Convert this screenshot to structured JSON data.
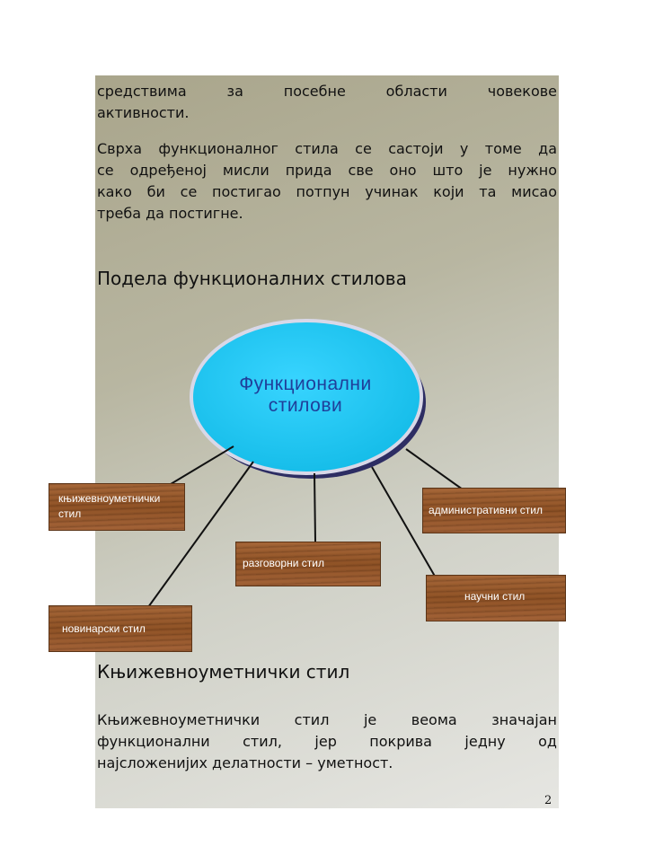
{
  "paragraphs": {
    "p1_line1": "средствима   за   посебне   области   човекове",
    "p1_line2": "активности.",
    "p2_l1": "Сврха функционалног стила се састоји у томе да",
    "p2_l2": "се одређеној мисли прида све оно што је нужно",
    "p2_l3": "како би се постигао потпун учинак који та мисао",
    "p2_l4": "треба да  постигне."
  },
  "heading1": "Подела функционалних стилова",
  "diagram": {
    "center_line1": "Функционални",
    "center_line2": "стилови",
    "center_color": "#1fc6f2",
    "box_color": "#8f5226",
    "boxes": {
      "literary_l1": "књижевноуметнички",
      "literary_l2": "стил",
      "administrative": "административни стил",
      "conversational": "разговорни стил",
      "scientific": "научни стил",
      "journalistic": "новинарски стил"
    }
  },
  "heading2": "Књижевноуметнички стил",
  "paragraph3": {
    "l1": "Књижевноуметнички  стил  је  веома    значајан",
    "l2": "функционални   стил,   јер   покрива   једну   од",
    "l3": "најсложенијих делатности – уметност."
  },
  "page_number": "2"
}
